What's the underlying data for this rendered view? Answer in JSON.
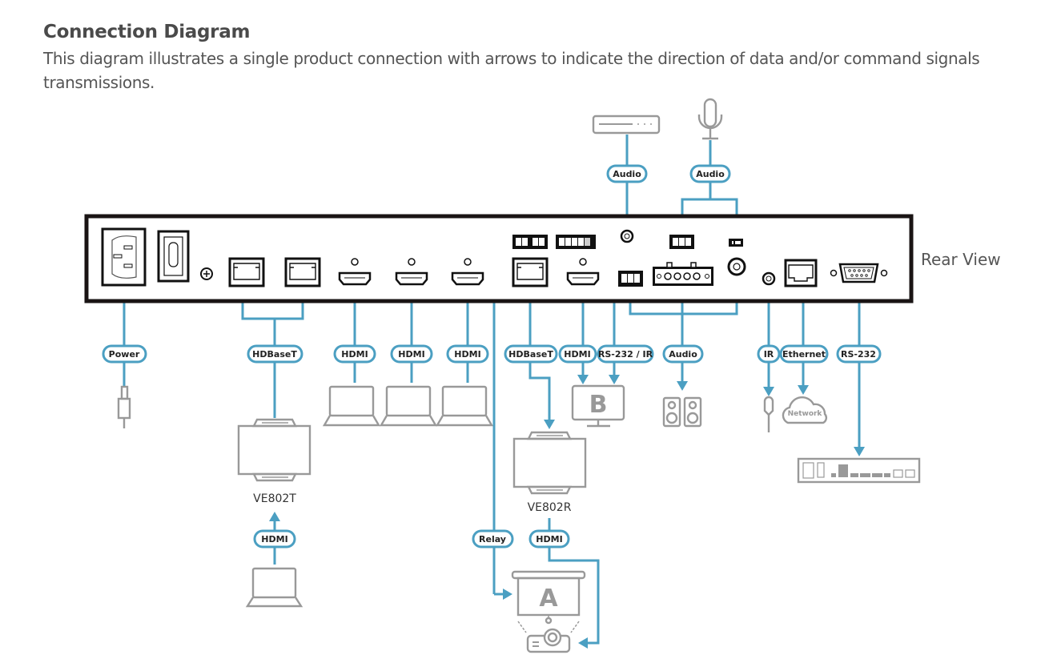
{
  "header": {
    "title": "Connection Diagram",
    "description": "This diagram illustrates a single product connection with arrows to indicate the direction of data and/or command signals transmissions."
  },
  "device": {
    "view_label": "Rear View"
  },
  "colors": {
    "wire": "#4b9fc2",
    "device_outline": "#111111",
    "peripheral": "#999999"
  },
  "connections": {
    "power": "Power",
    "hdbaset_in": "HDBaseT",
    "hdmi_1": "HDMI",
    "hdmi_2": "HDMI",
    "hdmi_3": "HDMI",
    "hdbaset_out": "HDBaseT",
    "hdmi_out": "HDMI",
    "rs232_ir": "RS-232 / IR",
    "audio_out": "Audio",
    "ir": "IR",
    "ethernet": "Ethernet",
    "rs232": "RS-232",
    "audio_in_top_left": "Audio",
    "audio_in_top_right": "Audio",
    "hdmi_ve802t": "HDMI",
    "relay": "Relay",
    "hdmi_ve802r": "HDMI"
  },
  "devices": {
    "transmitter": "VE802T",
    "receiver": "VE802R",
    "display_b": "B",
    "screen_a": "A",
    "network": "Network"
  }
}
